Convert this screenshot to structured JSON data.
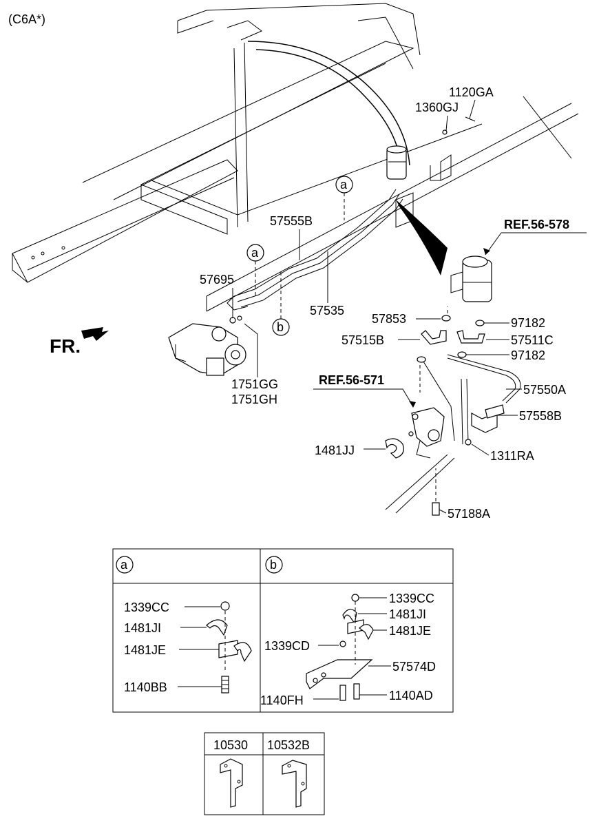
{
  "header": {
    "variant": "(C6A*)"
  },
  "direction": {
    "label": "FR."
  },
  "refs": {
    "ref1": "REF.56-578",
    "ref2": "REF.56-571"
  },
  "callouts": {
    "a": "a",
    "b": "b"
  },
  "labels": {
    "p1120GA": "1120GA",
    "p1360GJ": "1360GJ",
    "p57555B": "57555B",
    "p57695": "57695",
    "p57535": "57535",
    "p57853": "57853",
    "p97182_top": "97182",
    "p57515B": "57515B",
    "p57511C": "57511C",
    "p97182_bot": "97182",
    "p1751GG": "1751GG",
    "p1751GH": "1751GH",
    "p57550A": "57550A",
    "p57558B": "57558B",
    "p1481JJ": "1481JJ",
    "p1311RA": "1311RA",
    "p57188A": "57188A"
  },
  "detail_a": {
    "header": "a",
    "items": [
      "1339CC",
      "1481JI",
      "1481JE",
      "1140BB"
    ]
  },
  "detail_b": {
    "header": "b",
    "items": [
      "1339CC",
      "1481JI",
      "1481JE",
      "1339CD",
      "57574D",
      "1140FH",
      "1140AD"
    ]
  },
  "brackets": {
    "col1": "10530",
    "col2": "10532B"
  }
}
